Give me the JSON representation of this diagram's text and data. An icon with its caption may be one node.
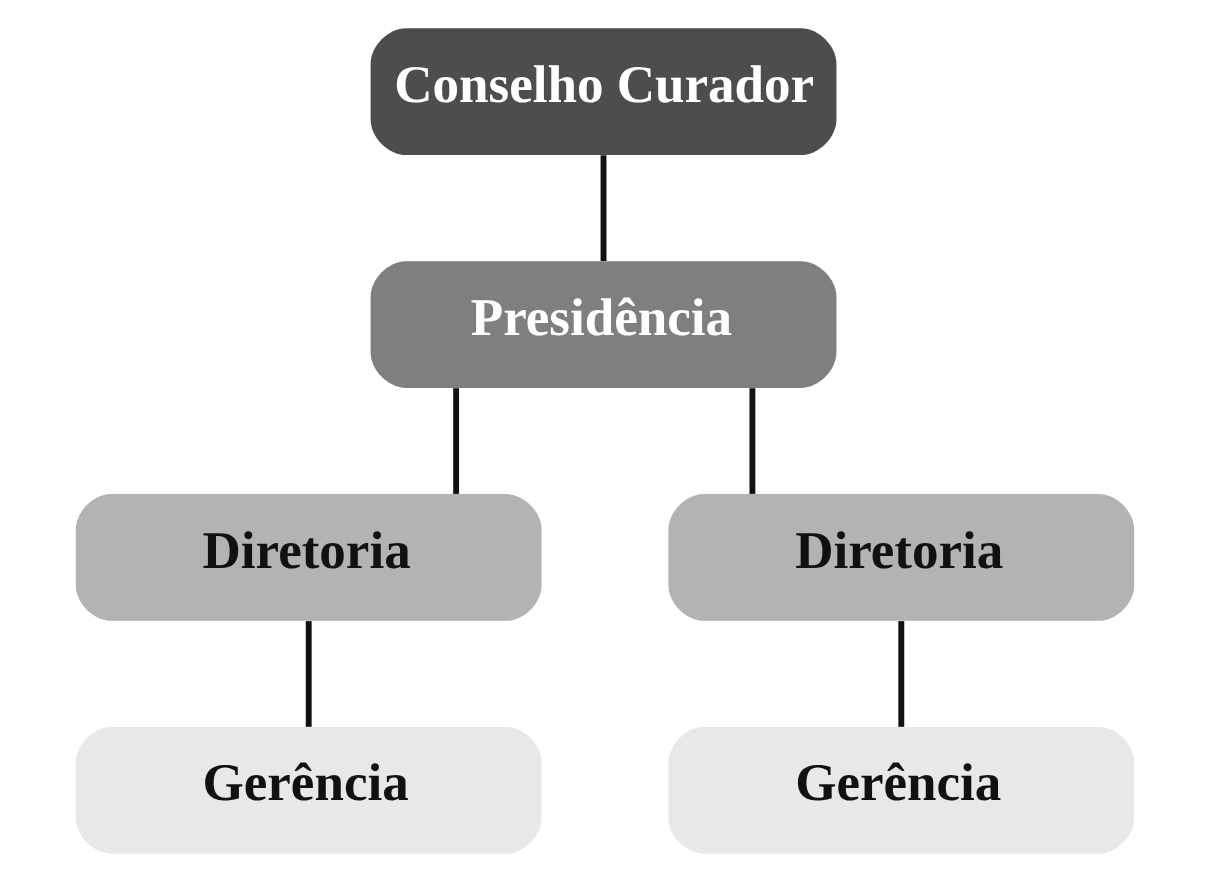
{
  "diagram": {
    "nodes": [
      {
        "text": [
          "Conselho Curador"
        ]
      },
      {
        "text": [
          "Presidência"
        ]
      },
      {
        "text": [
          "Diretoria"
        ]
      },
      {
        "text": [
          "Diretoria"
        ]
      },
      {
        "text": [
          "Gerência"
        ]
      },
      {
        "text": [
          "Gerência"
        ]
      }
    ],
    "edges": [
      {
        "from": 0,
        "to": 1,
        "arrow": "none"
      },
      {
        "from": 1,
        "to": 2,
        "arrow": "none"
      },
      {
        "from": 1,
        "to": 3,
        "arrow": "none"
      },
      {
        "from": 2,
        "to": 4,
        "arrow": "none"
      },
      {
        "from": 3,
        "to": 5,
        "arrow": "none"
      }
    ]
  }
}
